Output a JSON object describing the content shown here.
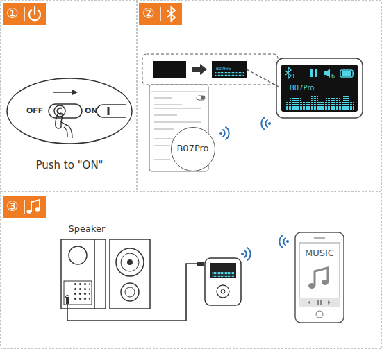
{
  "diagram": {
    "nodes": [
      {
        "text": [
          "①"
        ]
      },
      {
        "text": [
          "②"
        ]
      },
      {
        "text": [
          "B07Pro"
        ]
      },
      {
        "text": [
          "1",
          "6",
          "B07Pro"
        ]
      },
      {
        "text": [
          "B07Pro"
        ]
      },
      {
        "text": [
          "③"
        ]
      },
      {
        "text": [
          "MUSIC"
        ]
      }
    ],
    "edges": [
      {
        "from": 2,
        "to": 3,
        "arrow": "none"
      }
    ],
    "labels": [
      "OFF",
      "ON",
      "Push to \"ON\"",
      "Speaker"
    ]
  }
}
